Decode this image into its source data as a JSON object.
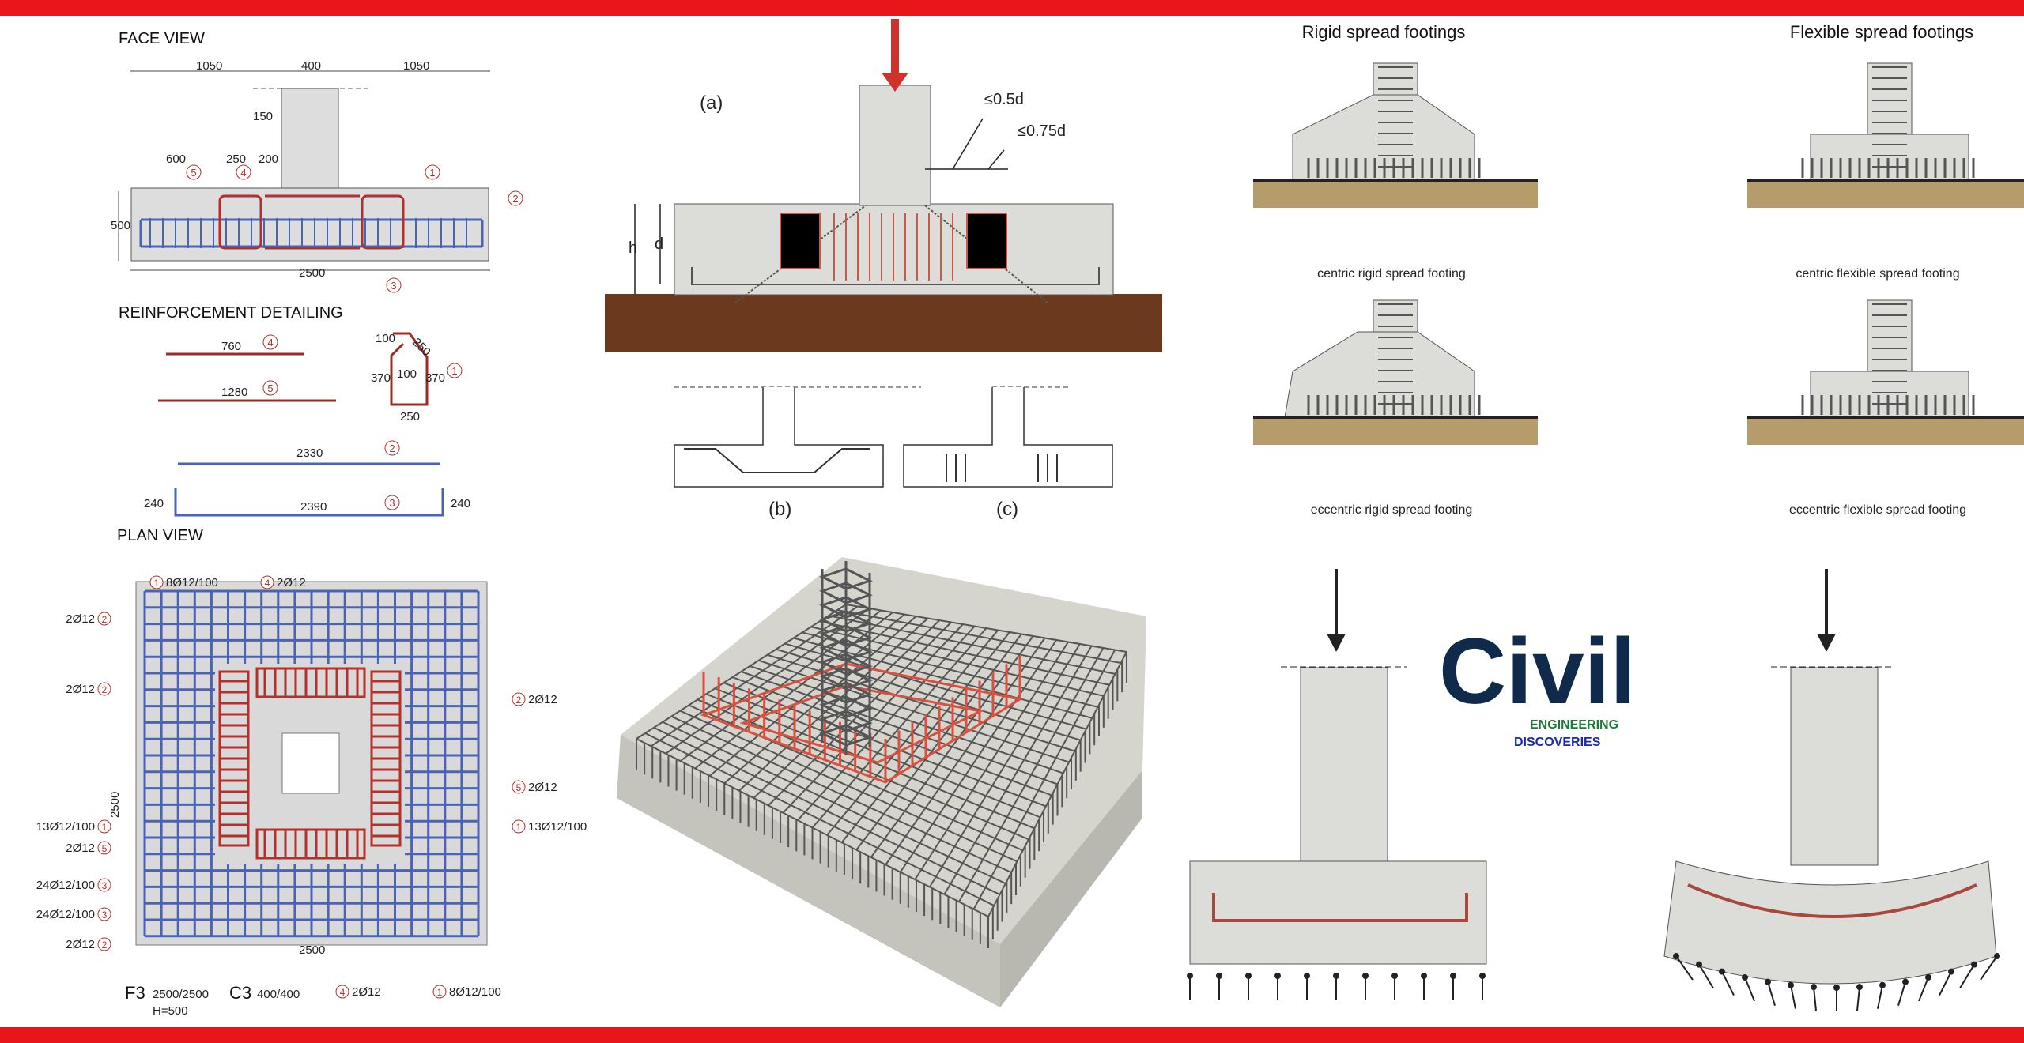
{
  "colors": {
    "band": "#e8161b",
    "steel_red": "#b5302b",
    "steel_blue": "#4a64b3",
    "concrete": "#d8d8d6",
    "soil": "#6b3a1e",
    "navy": "#0f2a4a"
  },
  "drawing": {
    "face_view": {
      "title": "FACE VIEW",
      "dims": {
        "left": "1050",
        "col": "400",
        "right": "1050",
        "h150": "150",
        "a600": "600",
        "a250": "250",
        "a200": "200",
        "height": "500",
        "width": "2500"
      },
      "marks": [
        "5",
        "4",
        "1",
        "2",
        "3"
      ]
    },
    "detailing": {
      "title": "REINFORCEMENT DETAILING",
      "bar4": {
        "len": "760",
        "mark": "4"
      },
      "bar5": {
        "len": "1280",
        "mark": "5"
      },
      "bar1": {
        "a": "100",
        "b": "250",
        "c": "370",
        "d": "100",
        "e": "370",
        "f": "250",
        "mark": "1"
      },
      "bar2": {
        "len": "2330",
        "mark": "2"
      },
      "bar3": {
        "len": "2390",
        "left": "240",
        "right": "240",
        "mark": "3"
      }
    },
    "plan_view": {
      "title": "PLAN VIEW",
      "left_labels": [
        {
          "t": "2Ø12",
          "m": "2"
        },
        {
          "t": "2Ø12",
          "m": "2"
        },
        {
          "t": "13Ø12/100",
          "m": "1"
        },
        {
          "t": "2Ø12",
          "m": "5"
        },
        {
          "t": "24Ø12/100",
          "m": "3"
        },
        {
          "t": "24Ø12/100",
          "m": "3"
        },
        {
          "t": "2Ø12",
          "m": "2"
        }
      ],
      "top_labels": [
        {
          "t": "8Ø12/100",
          "m": "1"
        },
        {
          "t": "2Ø12",
          "m": "4"
        }
      ],
      "right_labels": [
        {
          "t": "2Ø12",
          "m": "2"
        },
        {
          "t": "2Ø12",
          "m": "5"
        },
        {
          "t": "13Ø12/100",
          "m": "1"
        }
      ],
      "bottom_labels": [
        {
          "t": "2Ø12",
          "m": "4"
        },
        {
          "t": "8Ø12/100",
          "m": "1"
        }
      ],
      "dim_side": "2500",
      "dim_bottom": "2500",
      "footing_code": "F3",
      "footing_size": "2500/2500",
      "column_code": "C3",
      "column_size": "400/400",
      "height": "H=500"
    }
  },
  "section": {
    "a": "(a)",
    "b": "(b)",
    "c": "(c)",
    "d05": "≤0.5d",
    "d075": "≤0.75d",
    "h": "h",
    "d": "d"
  },
  "types": {
    "rigid_title": "Rigid spread footings",
    "flexible_title": "Flexible spread footings",
    "captions": [
      "centric rigid spread footing",
      "centric flexible spread footing",
      "eccentric rigid spread footing",
      "eccentric flexible spread footing"
    ]
  },
  "logo": {
    "word": "Civil",
    "sub1": "ENGINEERING",
    "sub2": "DISCOVERIES"
  }
}
